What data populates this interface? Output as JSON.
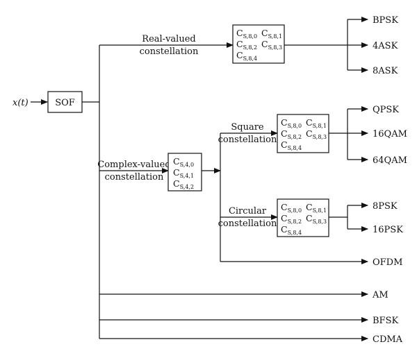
{
  "input_label": "x(t)",
  "sof_label": "SOF",
  "branch_labels": {
    "real": [
      "Real-valued",
      "constellation"
    ],
    "complex": [
      "Complex-valued",
      "constellation"
    ],
    "square": [
      "Square",
      "constellation"
    ],
    "circular": [
      "Circular",
      "constellation"
    ]
  },
  "cumulant_sets": {
    "order4": [
      "4,0",
      "4,1",
      "4,2"
    ],
    "order8": [
      "8,0",
      "8,1",
      "8,2",
      "8,3",
      "8,4"
    ]
  },
  "cumulant_letter": "C",
  "cumulant_sub_prefix": "S,",
  "outputs": {
    "real": [
      "BPSK",
      "4ASK",
      "8ASK"
    ],
    "square": [
      "QPSK",
      "16QAM",
      "64QAM"
    ],
    "circular": [
      "8PSK",
      "16PSK"
    ],
    "other": [
      "OFDM",
      "AM",
      "BFSK",
      "CDMA"
    ]
  }
}
